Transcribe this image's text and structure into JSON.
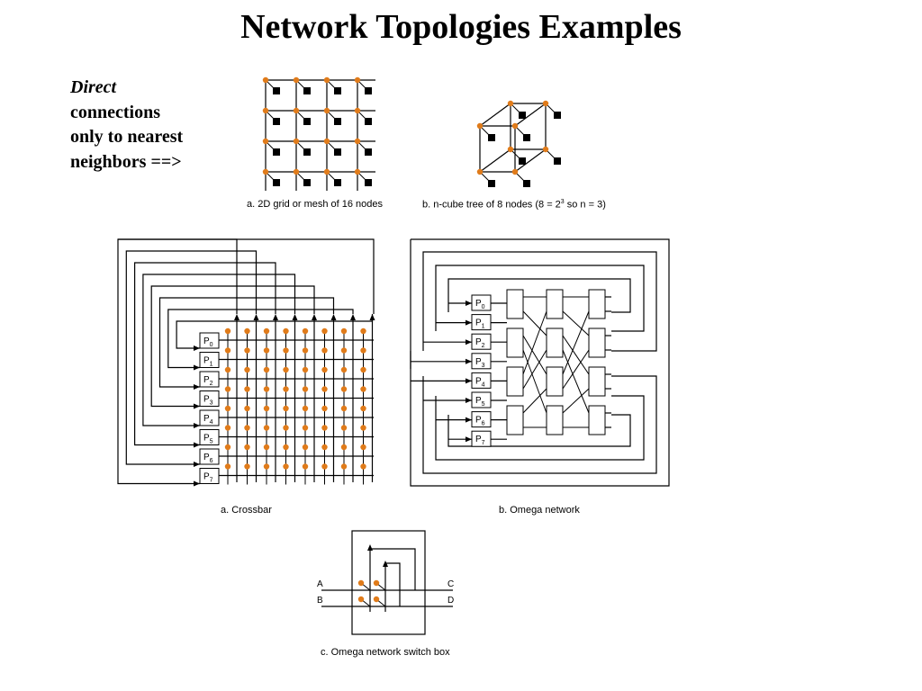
{
  "page": {
    "title": "Network Topologies Examples",
    "side_note": {
      "line1": "Direct",
      "line2": "connections",
      "line3": "only to nearest",
      "line4": "neighbors ==>"
    }
  },
  "figures": {
    "grid": {
      "caption": "a. 2D grid or mesh of 16 nodes",
      "nodes": 16,
      "rows": 4,
      "cols": 4
    },
    "ncube": {
      "caption_pre": "b. n-cube tree of 8 nodes (8 = 2",
      "caption_sup": "3",
      "caption_post": " so n = 3)",
      "nodes": 8,
      "n": 3
    },
    "crossbar": {
      "caption": "a. Crossbar",
      "processors": [
        "P0",
        "P1",
        "P2",
        "P3",
        "P4",
        "P5",
        "P6",
        "P7"
      ]
    },
    "omega": {
      "caption": "b. Omega network",
      "processors": [
        "P0",
        "P1",
        "P2",
        "P3",
        "P4",
        "P5",
        "P6",
        "P7"
      ],
      "switch_stages": 3,
      "switches_per_stage": 4
    },
    "switchbox": {
      "caption": "c. Omega network switch box",
      "inputs": [
        "A",
        "B"
      ],
      "outputs": [
        "C",
        "D"
      ]
    }
  },
  "colors": {
    "node": "#e07b1a",
    "line": "#000000",
    "switch_square": "#000000"
  }
}
